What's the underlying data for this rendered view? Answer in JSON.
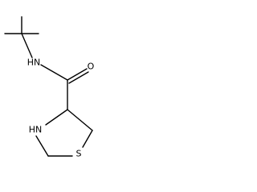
{
  "molecule": {
    "atoms": {
      "nh": "HN",
      "o": "O",
      "ring_nh": "HN",
      "s": "S"
    }
  }
}
